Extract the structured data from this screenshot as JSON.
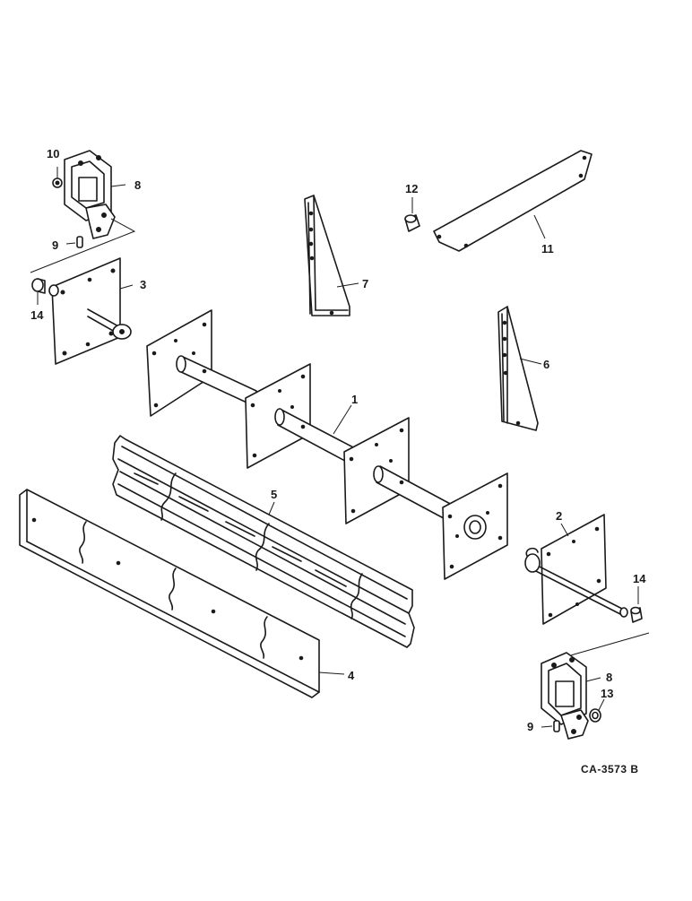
{
  "diagram": {
    "drawing_number": "CA-3573 B",
    "labels": {
      "p1": "1",
      "p2": "2",
      "p3": "3",
      "p4": "4",
      "p5": "5",
      "p6": "6",
      "p7": "7",
      "p8a": "8",
      "p8b": "8",
      "p9a": "9",
      "p9b": "9",
      "p10": "10",
      "p11": "11",
      "p12": "12",
      "p13": "13",
      "p14a": "14",
      "p14b": "14"
    }
  }
}
